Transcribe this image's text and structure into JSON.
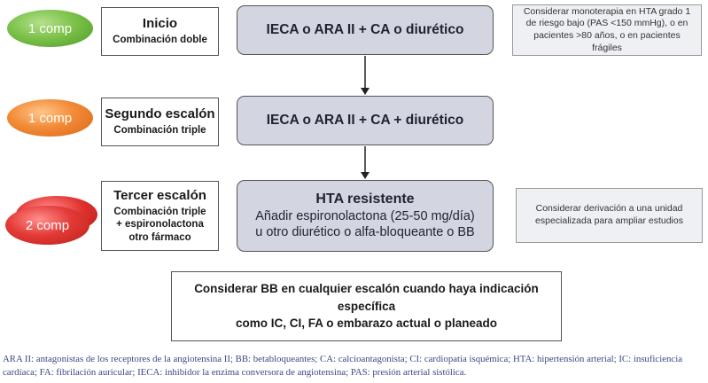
{
  "steps": [
    {
      "pill": "1 comp",
      "title": "Inicio",
      "subtitle": "Combinación doble",
      "treatment": "IECA o ARA II + CA o diurético"
    },
    {
      "pill": "1 comp",
      "title": "Segundo escalón",
      "subtitle": "Combinación triple",
      "treatment": "IECA o ARA II + CA + diurético"
    },
    {
      "pill": "2 comp",
      "title": "Tercer escalón",
      "subtitle_lines": [
        "Combinación triple",
        "+ espironolactona",
        "otro fármaco"
      ],
      "treatment_title": "HTA resistente",
      "treatment_lines": [
        "Añadir espironolactona (25-50 mg/día)",
        "u otro diurético o alfa-bloqueante o BB"
      ]
    }
  ],
  "notes": {
    "monoterapia": "Considerar monoterapia en HTA grado 1 de riesgo bajo (PAS <150 mmHg), o en pacientes >80 años, o en pacientes frágiles",
    "derivacion": "Considerar derivación a una unidad especializada para ampliar estudios"
  },
  "final_lines": [
    "Considerar BB en cualquier escalón cuando haya indicación específica",
    "como IC, CI, FA o embarazo actual o planeado"
  ],
  "footer_lines": [
    "ARA II: antagonistas de los receptores de la angiotensina II; BB: betabloqueantes; CA: calcioantagonista; CI: cardiopatía isquémica; HTA: hipertensión arterial; IC: insuficiencia",
    "cardíaca; FA: fibrilación auricular; IECA: inhibidor la enzima conversora de angiotensina; PAS: presión arterial sistólica."
  ],
  "colors": {
    "pill_1": "#7cc24a",
    "pill_2": "#f28b36",
    "pill_3": "#e43a36",
    "main_fill": "#d3d6e0",
    "footer_text": "#3a4a86"
  }
}
